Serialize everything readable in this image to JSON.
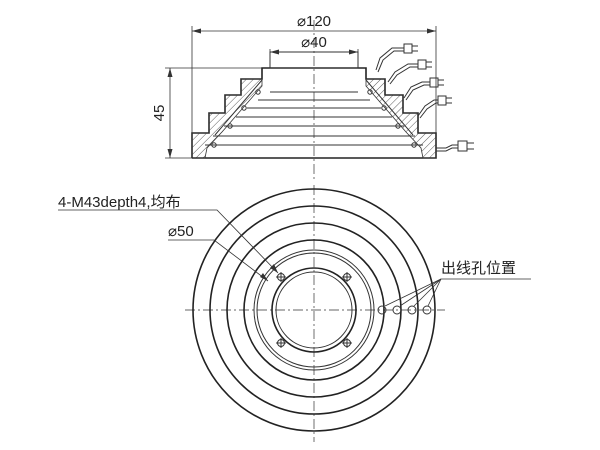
{
  "dimensions": {
    "outer_diameter": "⌀120",
    "bore_diameter": "⌀40",
    "height": "45",
    "bolt_circle": "⌀50"
  },
  "annotations": {
    "mount_holes": "4-M43depth4,均布",
    "wire_outlet": "出线孔位置"
  },
  "colors": {
    "line": "#222222",
    "background": "#ffffff"
  },
  "icons": [
    "connector-icon",
    "connector-icon",
    "connector-icon",
    "connector-icon",
    "connector-icon"
  ]
}
